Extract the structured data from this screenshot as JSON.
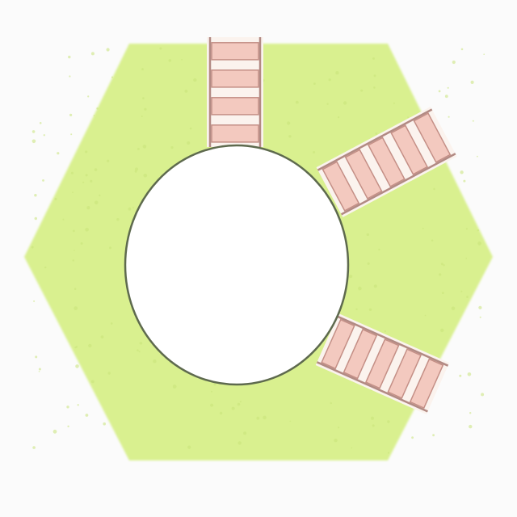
{
  "tile": {
    "shape": "hexagon",
    "terrain": "grass",
    "center_feature": "circular-pit",
    "track_exits": [
      "top",
      "upper-right",
      "lower-right"
    ],
    "track_exit_count": 3
  },
  "colors": {
    "background": "#fbfbfb",
    "grass": "#d9f08f",
    "grass_speckle": "#c9e47a",
    "pit_fill": "#ffffff",
    "pit_outline": "#5e6a4e",
    "rail": "#d9b3ab",
    "rail_edge": "#b28a83",
    "tie": "#f3c9bf",
    "tie_edge": "#c48f86",
    "track_bed": "#fbf3ee"
  }
}
